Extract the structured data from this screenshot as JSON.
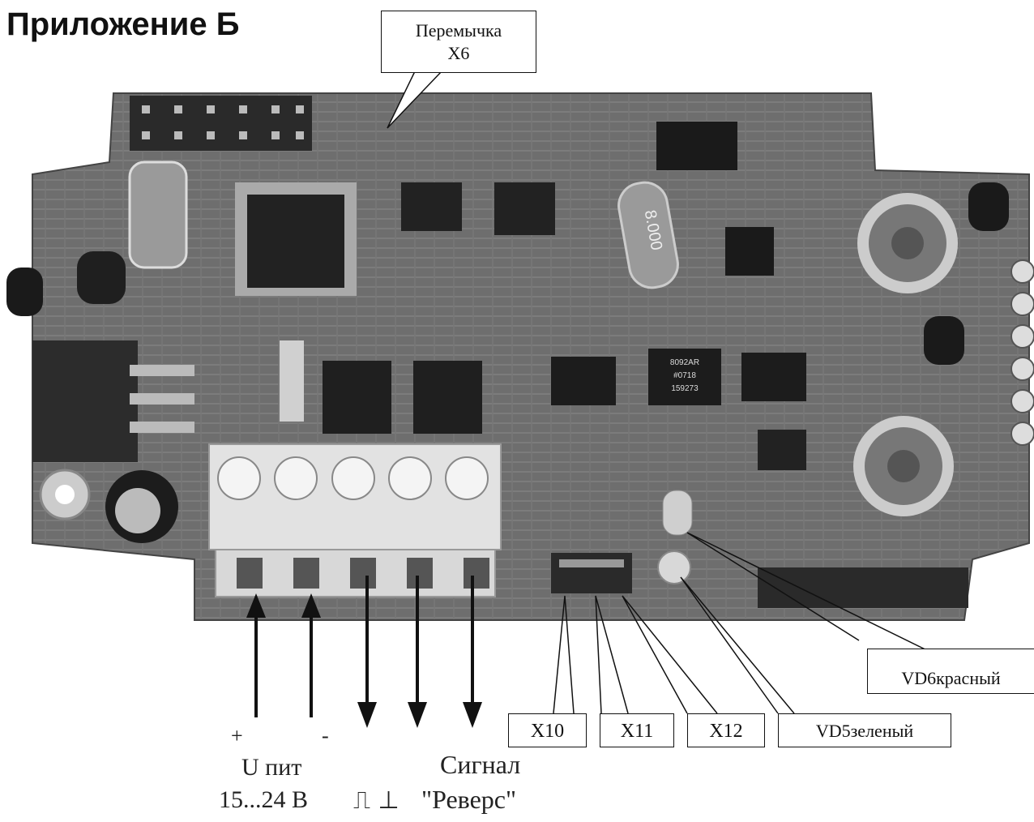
{
  "heading": "Приложение Б",
  "callouts": {
    "jumper_line1": "Перемычка",
    "jumper_line2": "X6",
    "x10": "X10",
    "x11": "X11",
    "x12": "X12",
    "vd5": "VD5зеленый",
    "vd6": "VD6красный"
  },
  "terminals": {
    "plus": "+",
    "minus": "-",
    "supply_label": "U пит",
    "supply_range": "15...24 В",
    "pulse_symbols": "⎍ ⊥",
    "signal_label": "Сигнал",
    "signal_name": "\"Реверс\""
  },
  "board_markings": {
    "crystal": "8.000",
    "chip_a": "8092AR",
    "chip_b": "#0718",
    "chip_c": "159273"
  }
}
